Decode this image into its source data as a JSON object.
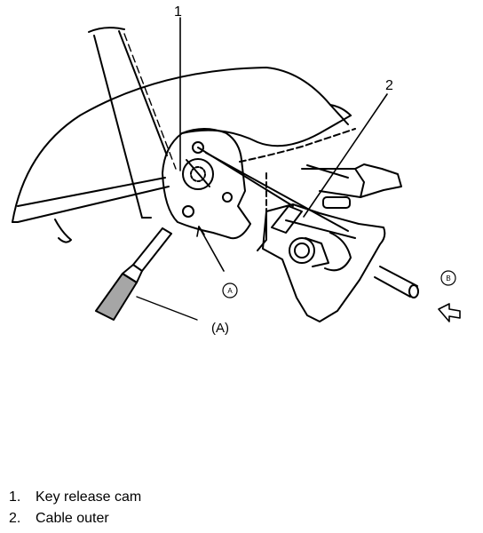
{
  "callouts": {
    "num_1": "1",
    "num_2": "2",
    "circle_a": "A",
    "circle_b": "B",
    "ref_a": "(A)"
  },
  "legend": [
    {
      "num": "1.",
      "text": "Key release cam"
    },
    {
      "num": "2.",
      "text": "Cable outer"
    }
  ]
}
